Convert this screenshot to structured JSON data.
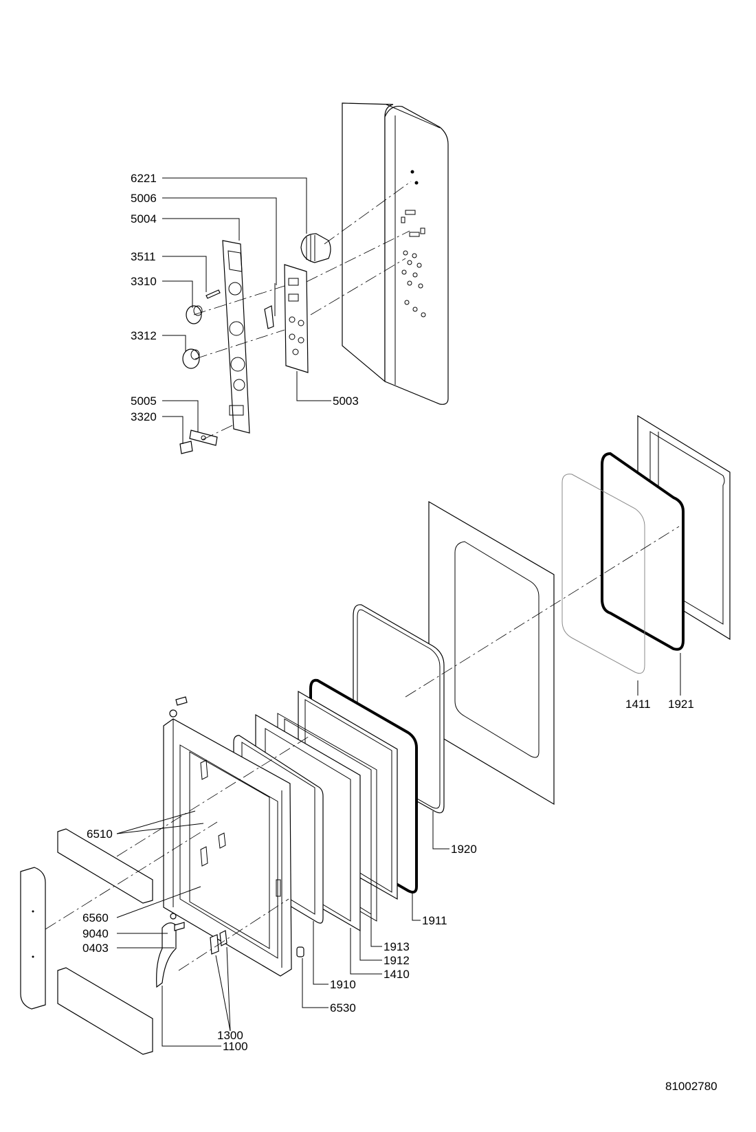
{
  "callouts": {
    "p6221": "6221",
    "p5006": "5006",
    "p5004": "5004",
    "p3511": "3511",
    "p3310": "3310",
    "p3312": "3312",
    "p5005": "5005",
    "p3320": "3320",
    "p5003": "5003",
    "p1411": "1411",
    "p1921": "1921",
    "p1920": "1920",
    "p6510": "6510",
    "p1911": "1911",
    "p6560": "6560",
    "p9040": "9040",
    "p0403": "0403",
    "p1913": "1913",
    "p1912": "1912",
    "p1410": "1410",
    "p1910": "1910",
    "p6530": "6530",
    "p1300": "1300",
    "p1100": "1100"
  },
  "document_number": "81002780"
}
